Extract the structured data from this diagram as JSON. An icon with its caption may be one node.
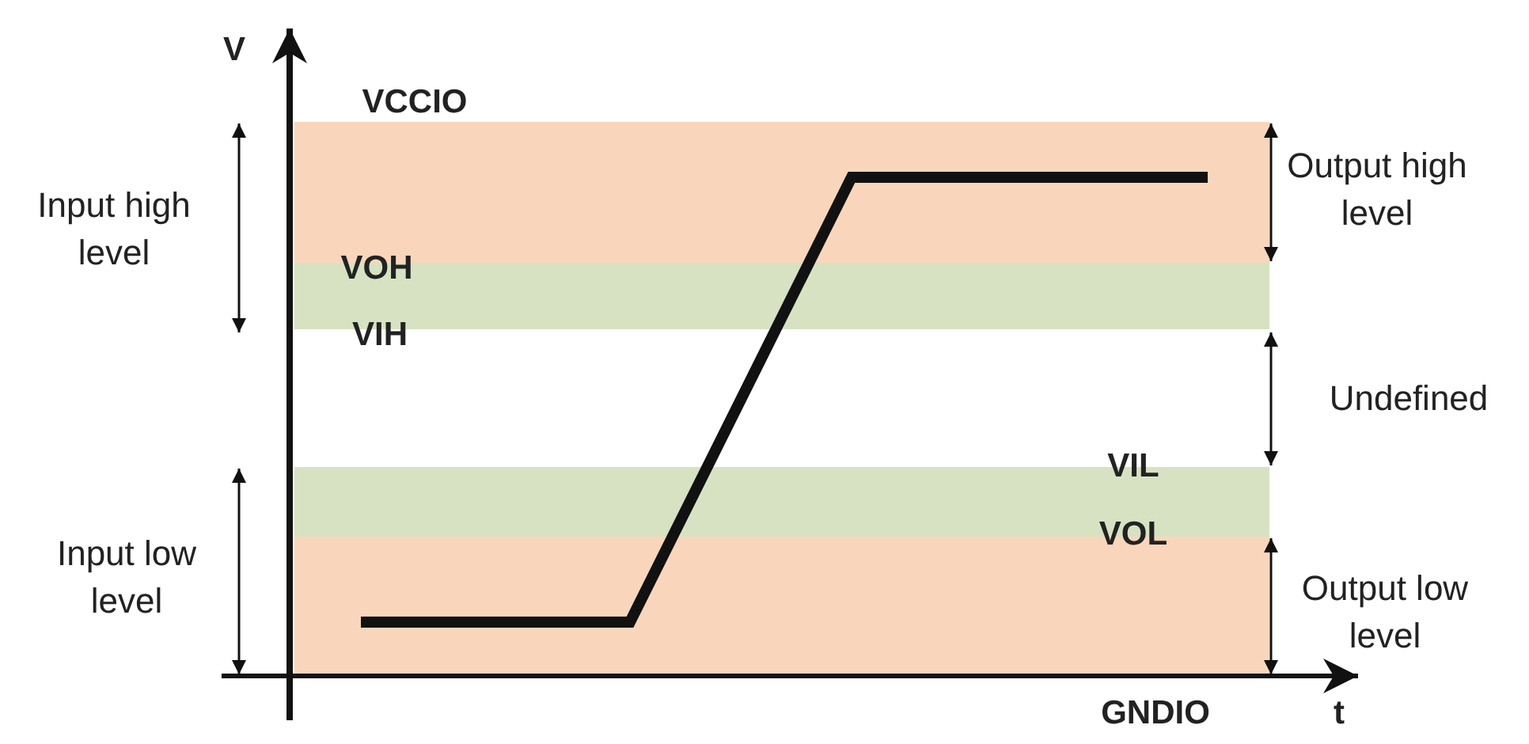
{
  "diagram": {
    "labels": [
      "V",
      "VCCIO",
      "Input high level",
      "Output high level",
      "VOH",
      "VIH",
      "Undefined",
      "VIL",
      "Input low level",
      "VOL",
      "Output low level",
      "GNDIO",
      "t"
    ]
  }
}
